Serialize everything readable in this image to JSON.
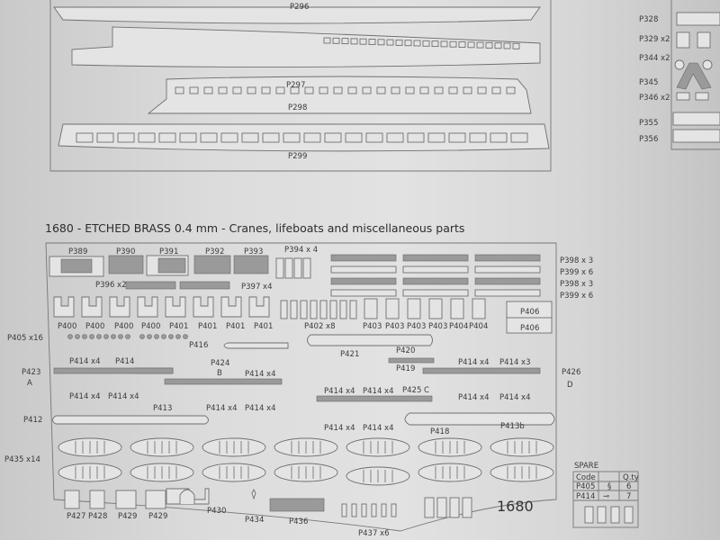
{
  "colors": {
    "paper": "#dcdcdc",
    "line": "#777777",
    "text": "#3a3a3a"
  },
  "top_sheet": {
    "labels": [
      "P296",
      "P297",
      "P298",
      "P299"
    ]
  },
  "right_sheet": {
    "labels": [
      "P328",
      "P329 x2",
      "P344 x2",
      "P345",
      "P346 x2",
      "P355",
      "P356"
    ]
  },
  "fret": {
    "title": "1680 - ETCHED BRASS 0.4 mm - Cranes, lifeboats and miscellaneous parts",
    "number": "1680",
    "labels": [
      "P389",
      "P390",
      "P391",
      "P392",
      "P393",
      "P394 x 4",
      "P396 x2",
      "P397 x4",
      "P398 x 3",
      "P399 x 6",
      "P398 x 3",
      "P399 x 6",
      "P400",
      "P400",
      "P400",
      "P400",
      "P401",
      "P401",
      "P401",
      "P401",
      "P402 x8",
      "P403",
      "P403",
      "P403",
      "P403",
      "P404",
      "P404",
      "P406",
      "P406",
      "P405 x16",
      "P416",
      "P421",
      "P420",
      "P419",
      "P414 x4",
      "P414",
      "P424",
      "B",
      "P414 x4",
      "P414 x4",
      "P414 x3",
      "P423",
      "A",
      "P426",
      "D",
      "P414 x4",
      "P414 x4",
      "P414 x4",
      "P414 x4",
      "P425 C",
      "P414 x4",
      "P414 x4",
      "P414 x4",
      "P414 x4",
      "P413",
      "P412",
      "P414 x4",
      "P414 x4",
      "P418",
      "P413b",
      "P435 x14",
      "P427",
      "P428",
      "P429",
      "P429",
      "P430",
      "P434",
      "P436",
      "P437 x6"
    ]
  },
  "spare": {
    "title": "SPARE",
    "headers": [
      "Code",
      "",
      "Q.ty"
    ],
    "rows": [
      {
        "code": "P405",
        "icon": "s-hook-icon",
        "qty": "6"
      },
      {
        "code": "P414",
        "icon": "pin-icon",
        "qty": "7"
      }
    ]
  }
}
